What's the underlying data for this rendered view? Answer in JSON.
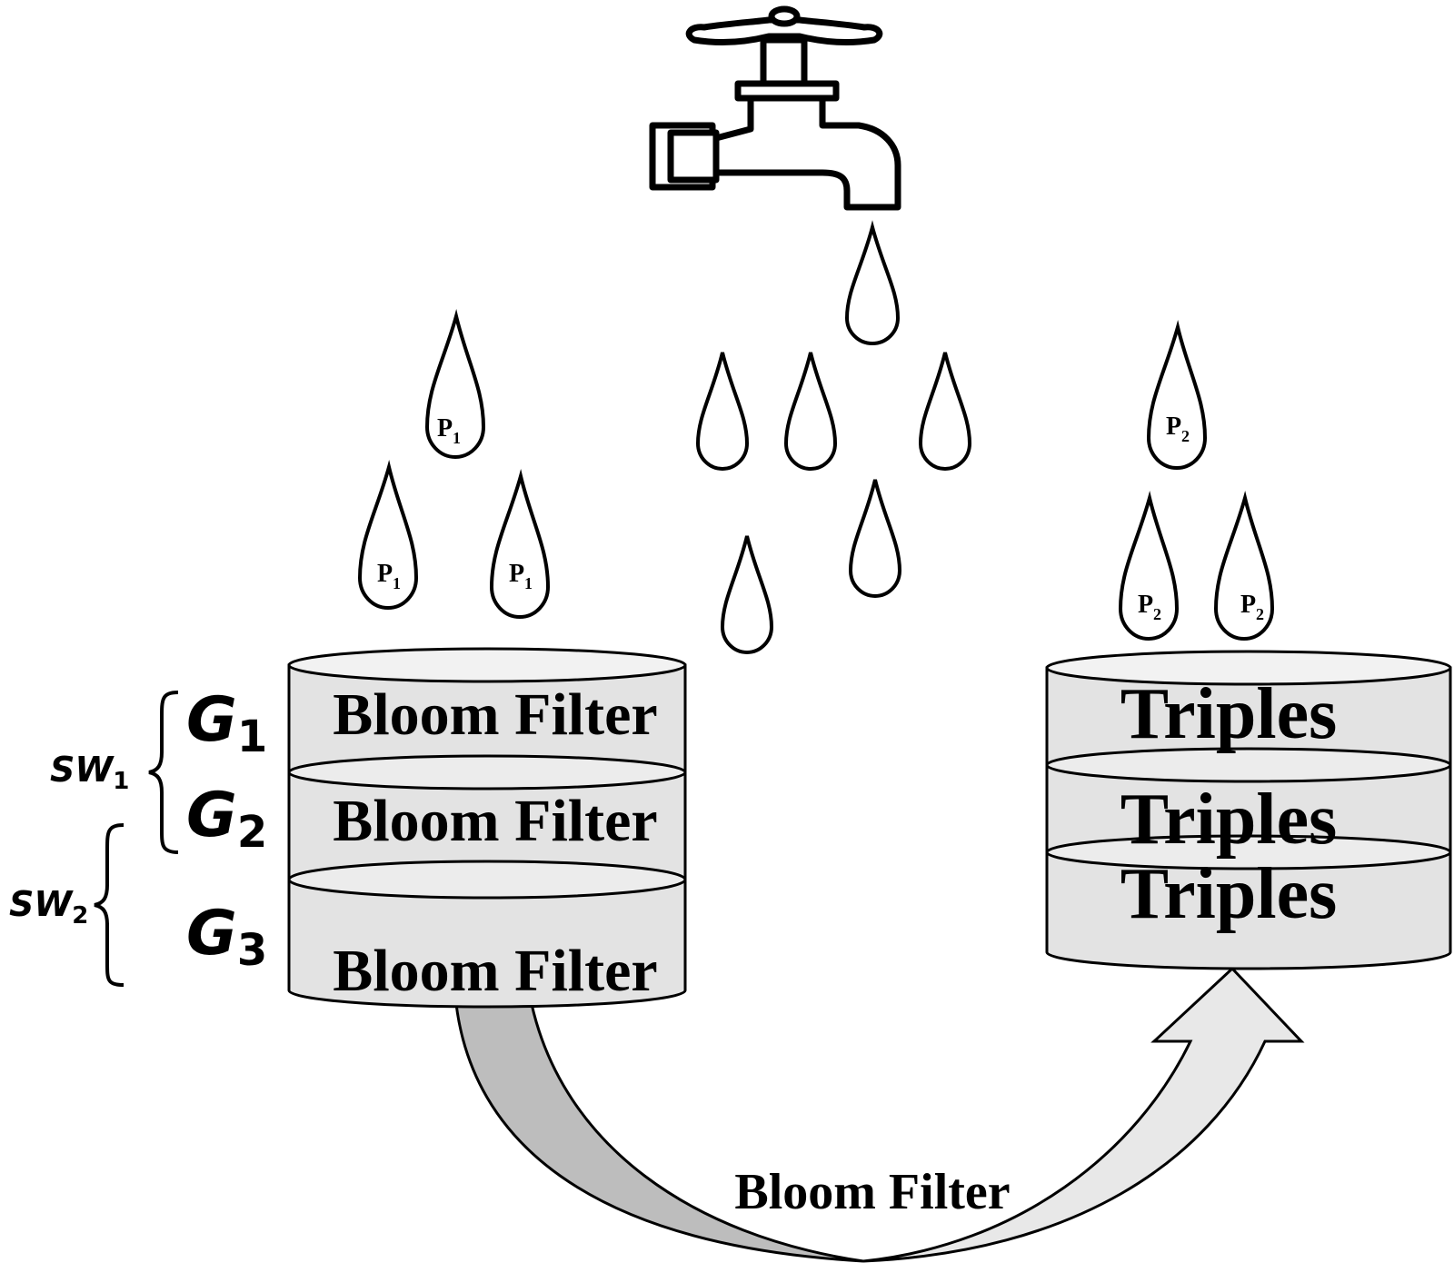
{
  "left_store": {
    "layers": [
      {
        "group_label": "G",
        "group_sub": "1",
        "text": "Bloom Filter"
      },
      {
        "group_label": "G",
        "group_sub": "2",
        "text": "Bloom Filter"
      },
      {
        "group_label": "G",
        "group_sub": "3",
        "text": "Bloom Filter"
      }
    ],
    "windows": [
      {
        "label": "SW",
        "sub": "1"
      },
      {
        "label": "SW",
        "sub": "2"
      }
    ],
    "drop_label": "P",
    "drop_sub": "1"
  },
  "right_store": {
    "layers": [
      {
        "text": "Triples"
      },
      {
        "text": "Triples"
      },
      {
        "text": "Triples"
      }
    ],
    "drop_label": "P",
    "drop_sub": "2"
  },
  "transfer_arrow": {
    "label": "Bloom Filter"
  },
  "colors": {
    "cylinder_fill": "#e3e3e3",
    "cylinder_top": "#f2f2f2",
    "arrow_dark": "#bdbdbd",
    "arrow_light": "#e8e8e8",
    "stroke": "#000000"
  }
}
